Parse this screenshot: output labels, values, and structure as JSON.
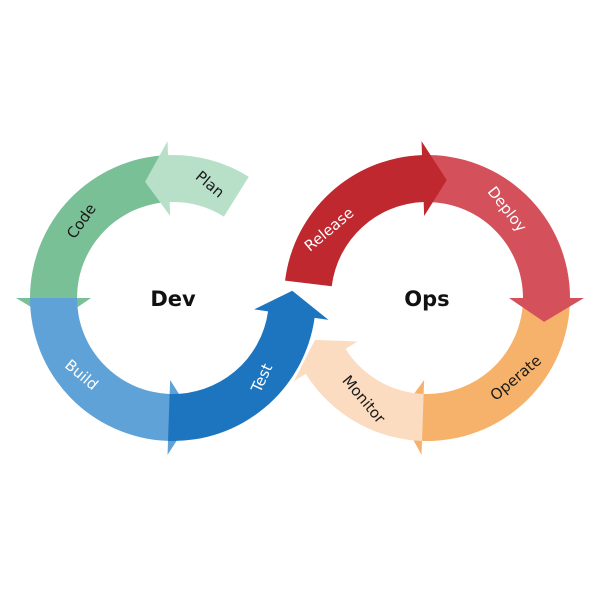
{
  "diagram": {
    "center_left": "Dev",
    "center_right": "Ops",
    "segments": [
      {
        "id": "plan",
        "label": "Plan",
        "fill": "#b8e0c9",
        "text_color": "#1a1a1a"
      },
      {
        "id": "code",
        "label": "Code",
        "fill": "#79c096",
        "text_color": "#1a1a1a"
      },
      {
        "id": "build",
        "label": "Build",
        "fill": "#5fa2d8",
        "text_color": "#ffffff"
      },
      {
        "id": "test",
        "label": "Test",
        "fill": "#1d75bf",
        "text_color": "#ffffff"
      },
      {
        "id": "release",
        "label": "Release",
        "fill": "#c0282f",
        "text_color": "#ffffff"
      },
      {
        "id": "deploy",
        "label": "Deploy",
        "fill": "#d4505a",
        "text_color": "#ffffff"
      },
      {
        "id": "operate",
        "label": "Operate",
        "fill": "#f6b26b",
        "text_color": "#1a1a1a"
      },
      {
        "id": "monitor",
        "label": "Monitor",
        "fill": "#fbdcc0",
        "text_color": "#1a1a1a"
      }
    ]
  }
}
